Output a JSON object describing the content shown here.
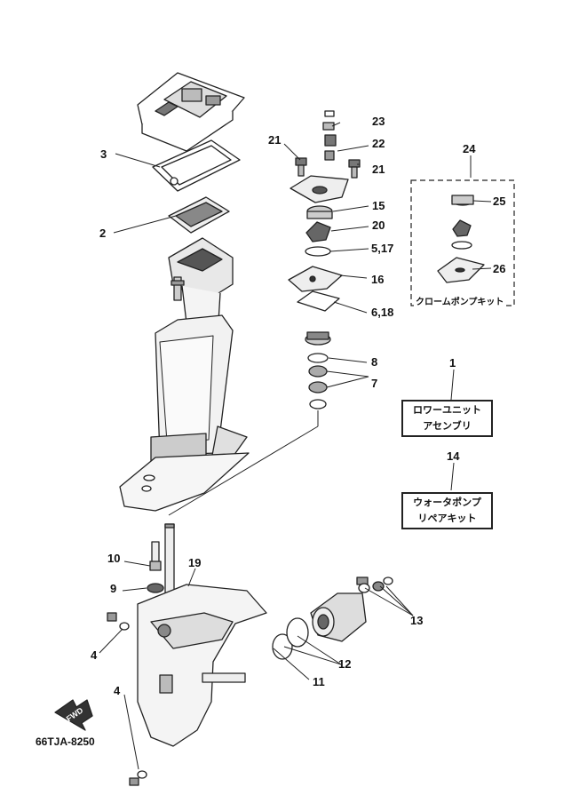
{
  "part_numbers": {
    "n1": "1",
    "n2": "2",
    "n3": "3",
    "n4a": "4",
    "n4b": "4",
    "n5_17": "5,17",
    "n6_18": "6,18",
    "n7": "7",
    "n8": "8",
    "n9": "9",
    "n10": "10",
    "n11": "11",
    "n12": "12",
    "n13": "13",
    "n14": "14",
    "n15": "15",
    "n16": "16",
    "n19": "19",
    "n20": "20",
    "n21a": "21",
    "n21b": "21",
    "n22": "22",
    "n23": "23",
    "n24": "24",
    "n25": "25",
    "n26": "26"
  },
  "labels": {
    "box1_line1": "ロワーユニット",
    "box1_line2": "アセンブリ",
    "box14_line1": "ウォータポンプ",
    "box14_line2": "リペアキット",
    "kit24": "クロームポンプキット",
    "fwd": "FWD",
    "drawing_code": "66TJA-8250"
  }
}
